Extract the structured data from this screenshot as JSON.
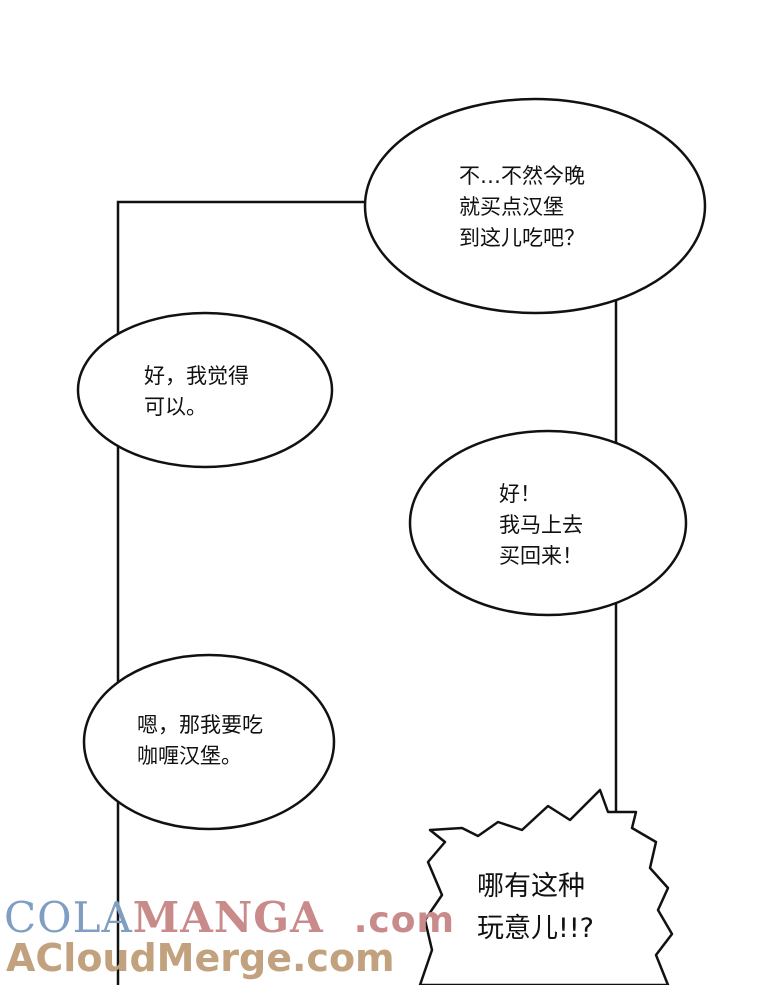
{
  "colors": {
    "background": "#ffffff",
    "ink": "#111111",
    "watermark_blue": "#7f9ec2",
    "watermark_red": "#c98a8a",
    "watermark_tan": "#c2a27e"
  },
  "bubbles": [
    {
      "id": "b1",
      "shape": "oval",
      "text": "不…不然今晚\n就买点汉堡\n到这儿吃吧？"
    },
    {
      "id": "b2",
      "shape": "oval",
      "text": "好，我觉得\n可以。"
    },
    {
      "id": "b3",
      "shape": "oval",
      "text": "好！\n我马上去\n买回来！"
    },
    {
      "id": "b4",
      "shape": "oval",
      "text": "嗯，那我要吃\n咖喱汉堡。"
    },
    {
      "id": "b5",
      "shape": "spiky",
      "text": "哪有这种\n玩意儿!!?"
    }
  ],
  "watermark": {
    "part1": "COLA",
    "part2": "MANGA",
    "part3": ".com",
    "line2": "ACloudMerge.com"
  }
}
